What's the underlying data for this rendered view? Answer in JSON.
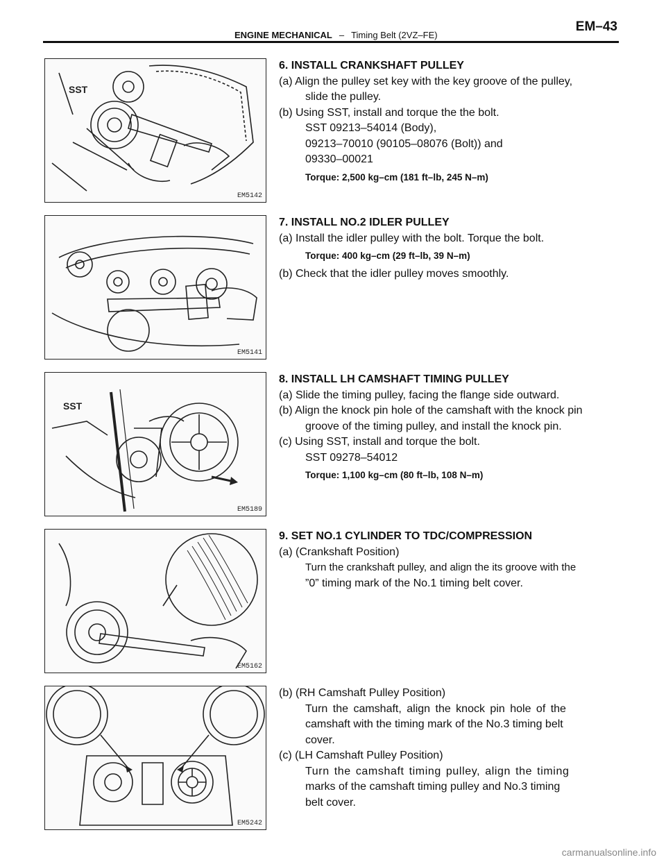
{
  "header": {
    "section": "ENGINE MECHANICAL",
    "dash": "–",
    "subsection": "Timing Belt (2VZ–FE)",
    "page": "EM–43"
  },
  "steps": [
    {
      "figure": {
        "code": "EM5142",
        "label": "SST"
      },
      "heading": "6. INSTALL CRANKSHAFT PULLEY",
      "a": "(a) Align the pulley set key with the key groove of the pulley,",
      "a2": "slide the pulley.",
      "b": "(b) Using SST, install and torque the the bolt.",
      "sst1": "SST 09213–54014 (Body),",
      "sst2": "09213–70010 (90105–08076 (Bolt)) and",
      "sst3": "09330–00021",
      "torque": "Torque: 2,500 kg–cm (181 ft–lb, 245 N–m)"
    },
    {
      "figure": {
        "code": "EM5141"
      },
      "heading": "7. INSTALL NO.2 IDLER PULLEY",
      "a": "(a) Install the idler pulley with the bolt. Torque the bolt.",
      "torque": "Torque: 400 kg–cm (29 ft–lb, 39 N–m)",
      "b": "(b) Check that the idler pulley moves smoothly."
    },
    {
      "figure": {
        "code": "EM5189",
        "label": "SST"
      },
      "heading": "8. INSTALL LH CAMSHAFT TIMING PULLEY",
      "a": "(a) Slide the timing pulley, facing the flange side outward.",
      "b": "(b) Align the knock pin hole of the camshaft with the knock pin",
      "b2": "groove of the timing pulley, and install the knock pin.",
      "c": "(c) Using SST, install and torque the bolt.",
      "sst": "SST 09278–54012",
      "torque": "Torque: 1,100 kg–cm (80 ft–lb, 108 N–m)"
    },
    {
      "figure": {
        "code": "EM5162"
      },
      "heading": "9. SET NO.1 CYLINDER TO TDC/COMPRESSION",
      "a": "(a) (Crankshaft Position)",
      "a2": "Turn the crankshaft pulley, and align the its groove with the",
      "a3": "”0” timing mark of the No.1 timing belt cover."
    },
    {
      "figure": {
        "code": "EM5242"
      },
      "b": "(b) (RH Camshaft Pulley Position)",
      "b2": "Turn the camshaft, align the knock pin hole of the",
      "b3": "camshaft with the timing mark of the No.3 timing belt",
      "b4": "cover.",
      "c": "(c) (LH Camshaft Pulley Position)",
      "c2": "Turn the camshaft timing pulley, align the timing",
      "c3": "marks of the camshaft timing pulley and No.3 timing",
      "c4": "belt cover."
    }
  ],
  "watermark": "carmanualsonline.info"
}
